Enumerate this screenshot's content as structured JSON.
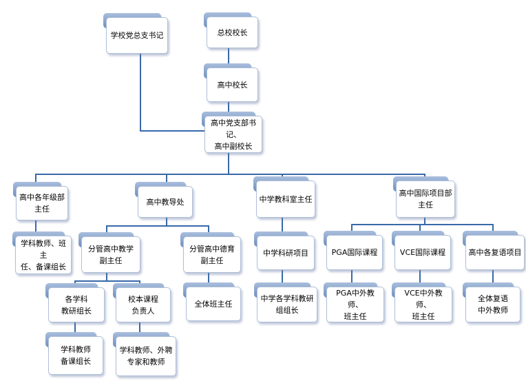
{
  "org_chart": {
    "nodes": {
      "school_party_secretary": "学校党总支书记",
      "general_principal": "总校校长",
      "high_school_principal": "高中校长",
      "hs_party_secretary_vice_principal": "高中党支部书记、\n高中副校长",
      "grade_heads": "高中各年级部\n主任",
      "academic_affairs": "高中教导处",
      "research_office_director": "中学教科室主任",
      "intl_dept_director": "高中国际项目部\n主任",
      "teachers_class_heads": "学科教师、班主\n任、备课组长",
      "deputy_teaching": "分管高中教学\n副主任",
      "deputy_moral": "分管高中德育\n副主任",
      "research_projects": "中学科研项目",
      "pga_course": "PGA国际课程",
      "vce_course": "VCE国际课程",
      "repeat_programs": "高中各复语项目",
      "subject_research_heads": "各学科\n教研组长",
      "school_curriculum_leads": "校本课程\n负责人",
      "all_class_heads": "全体班主任",
      "subject_research_group_heads": "中学各学科教研\n组组长",
      "pga_teachers": "PGA中外教师、\n班主任",
      "vce_teachers": "VCE中外教师、\n班主任",
      "repeat_teachers": "全体复语\n中外教师",
      "subject_teachers_lesson_heads": "学科教师\n备课组长",
      "teachers_external_experts": "学科教师、外聘\n专家和教师"
    }
  }
}
